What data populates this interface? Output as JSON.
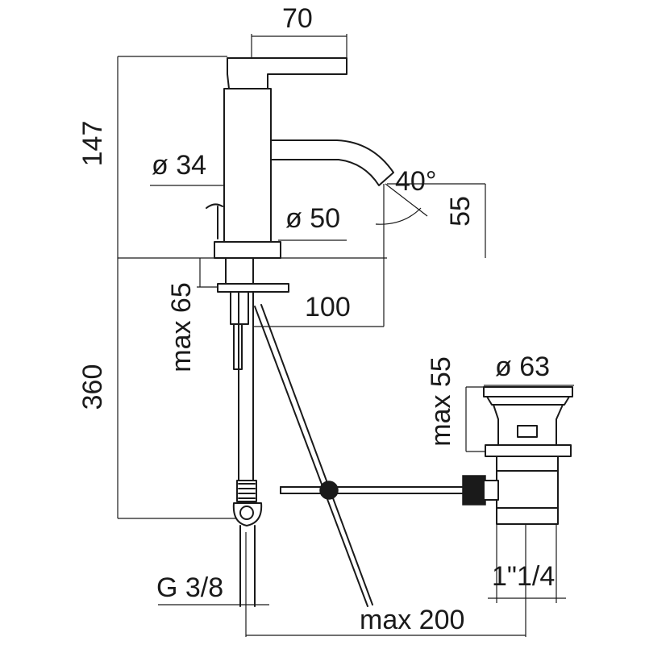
{
  "dimensions": {
    "width_top": "70",
    "height_body": "147",
    "dia_body": "ø 34",
    "angle": "40°",
    "spout_height": "55",
    "dia_base": "ø 50",
    "max_thickness": "max 65",
    "spout_reach": "100",
    "hose_length": "360",
    "drain_height": "max 55",
    "drain_dia": "ø 63",
    "drain_thread": "1\"1/4",
    "inlet_thread": "G 3/8",
    "rod_length": "max 200"
  },
  "colors": {
    "line": "#1a1a1a",
    "background": "#ffffff"
  }
}
